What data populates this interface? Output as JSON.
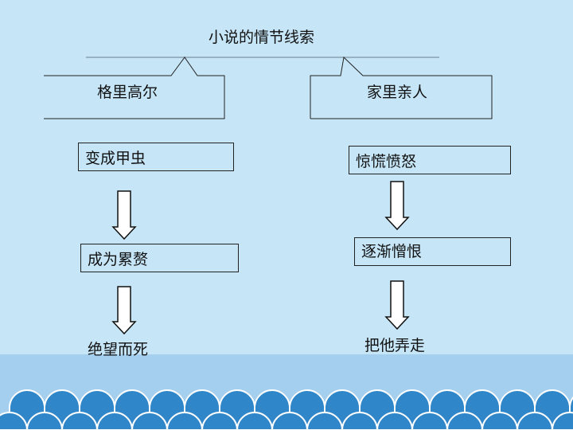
{
  "title": "小说的情节线索",
  "left": {
    "header": "格里高尔",
    "steps": [
      "变成甲虫",
      "成为累赘",
      "绝望而死"
    ]
  },
  "right": {
    "header": "家里亲人",
    "steps": [
      "惊慌愤怒",
      "逐渐憎恨",
      "把他弄走"
    ]
  },
  "colors": {
    "background": "#c6e6f8",
    "bottom_band": "#a4cfee",
    "wave": "#2f86c8"
  }
}
